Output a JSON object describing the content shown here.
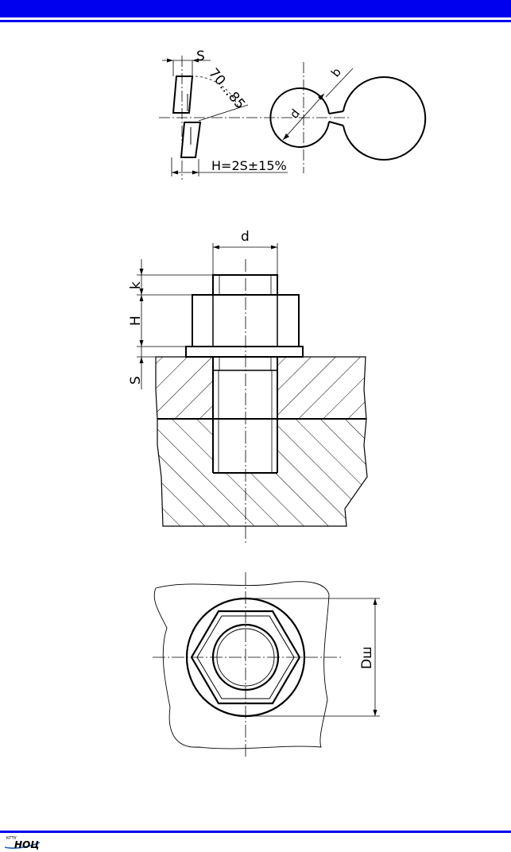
{
  "colors": {
    "header_band": "#0000ee",
    "rules": "#0000ee",
    "ink": "#000000",
    "logo": "#1b5fc1"
  },
  "washer_view": {
    "label_thickness": "S",
    "label_angle": "70…85",
    "label_inner_diameter": "d",
    "label_gap": "b",
    "label_height": "H=2S±15%"
  },
  "assembly_section": {
    "label_diameter": "d",
    "label_head": "k",
    "label_nut": "H",
    "label_washer": "S"
  },
  "plan_view": {
    "label_bearing_diameter": "Dш"
  },
  "footer": {
    "logo_small_text": "КГТУ",
    "logo_text": "НОЦ"
  }
}
